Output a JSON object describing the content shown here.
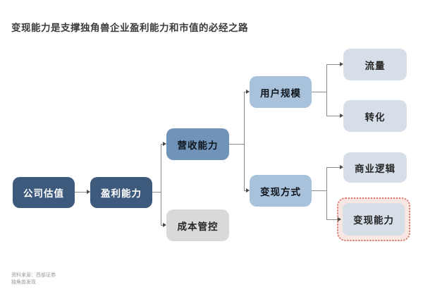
{
  "title": "变现能力是支撑独角兽企业盈利能力和市值的必经之路",
  "diagram": {
    "type": "tree",
    "direction": "left-to-right",
    "nodes": {
      "company_valuation": {
        "label": "公司估值",
        "level": 1,
        "color": "#3d5a7c"
      },
      "profitability": {
        "label": "盈利能力",
        "level": 1,
        "color": "#3d5a7c"
      },
      "revenue_capability": {
        "label": "营收能力",
        "level": 2,
        "color": "#7093ba"
      },
      "cost_control": {
        "label": "成本管控",
        "level": 2,
        "color": "#d9d9d9"
      },
      "user_scale": {
        "label": "用户规模",
        "level": 3,
        "color": "#a9c2dc"
      },
      "monetization_method": {
        "label": "变现方式",
        "level": 3,
        "color": "#a9c2dc"
      },
      "traffic": {
        "label": "流量",
        "level": 4,
        "color": "#d6dfe8"
      },
      "conversion": {
        "label": "转化",
        "level": 4,
        "color": "#d6dfe8"
      },
      "business_logic": {
        "label": "商业逻辑",
        "level": 4,
        "color": "#d6dfe8"
      },
      "monetization_ability": {
        "label": "变现能力",
        "level": 4,
        "color": "#d6dfe8",
        "highlighted": true,
        "highlight_border": "#dd756c",
        "highlight_fill": "#f8e6e3"
      }
    },
    "edges": [
      [
        "公司估值",
        "盈利能力"
      ],
      [
        "盈利能力",
        "营收能力"
      ],
      [
        "盈利能力",
        "成本管控"
      ],
      [
        "营收能力",
        "用户规模"
      ],
      [
        "营收能力",
        "变现方式"
      ],
      [
        "用户规模",
        "流量"
      ],
      [
        "用户规模",
        "转化"
      ],
      [
        "变现方式",
        "商业逻辑"
      ],
      [
        "变现方式",
        "变现能力"
      ]
    ]
  },
  "source": {
    "line1": "资料来源：西部证券",
    "line2": "独角兽发现"
  },
  "colors": {
    "background": "#ffffff",
    "title_text": "#3c3c3c",
    "level1_fill": "#3d5a7c",
    "level2_fill": "#7093ba",
    "level2_gray_fill": "#d9d9d9",
    "level3_fill": "#a9c2dc",
    "level4_fill": "#d6dfe8",
    "connector": "#8a8a8a",
    "highlight_border": "#dd756c",
    "highlight_fill": "#f8e6e3"
  }
}
